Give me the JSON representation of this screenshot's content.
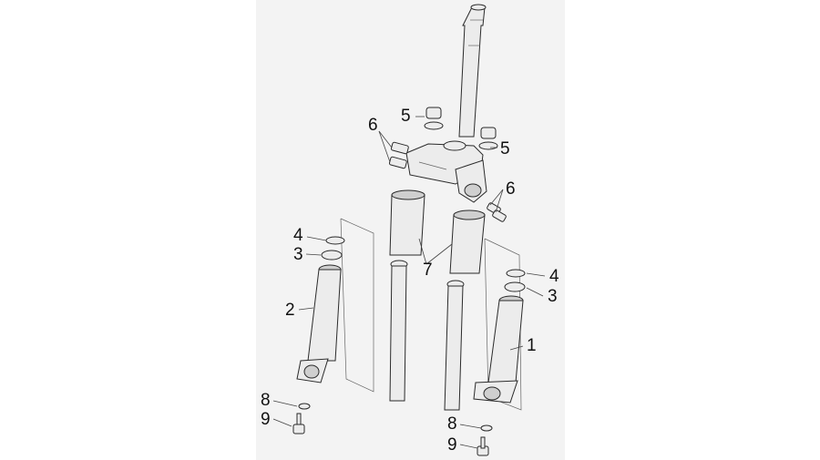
{
  "diagram": {
    "callouts": [
      {
        "id": "c1",
        "text": "1"
      },
      {
        "id": "c2",
        "text": "2"
      },
      {
        "id": "c3a",
        "text": "3"
      },
      {
        "id": "c3b",
        "text": "3"
      },
      {
        "id": "c4a",
        "text": "4"
      },
      {
        "id": "c4b",
        "text": "4"
      },
      {
        "id": "c5a",
        "text": "5"
      },
      {
        "id": "c5b",
        "text": "5"
      },
      {
        "id": "c6a",
        "text": "6"
      },
      {
        "id": "c6b",
        "text": "6"
      },
      {
        "id": "c7",
        "text": "7"
      },
      {
        "id": "c8a",
        "text": "8"
      },
      {
        "id": "c8b",
        "text": "8"
      },
      {
        "id": "c9a",
        "text": "9"
      },
      {
        "id": "c9b",
        "text": "9"
      }
    ]
  }
}
